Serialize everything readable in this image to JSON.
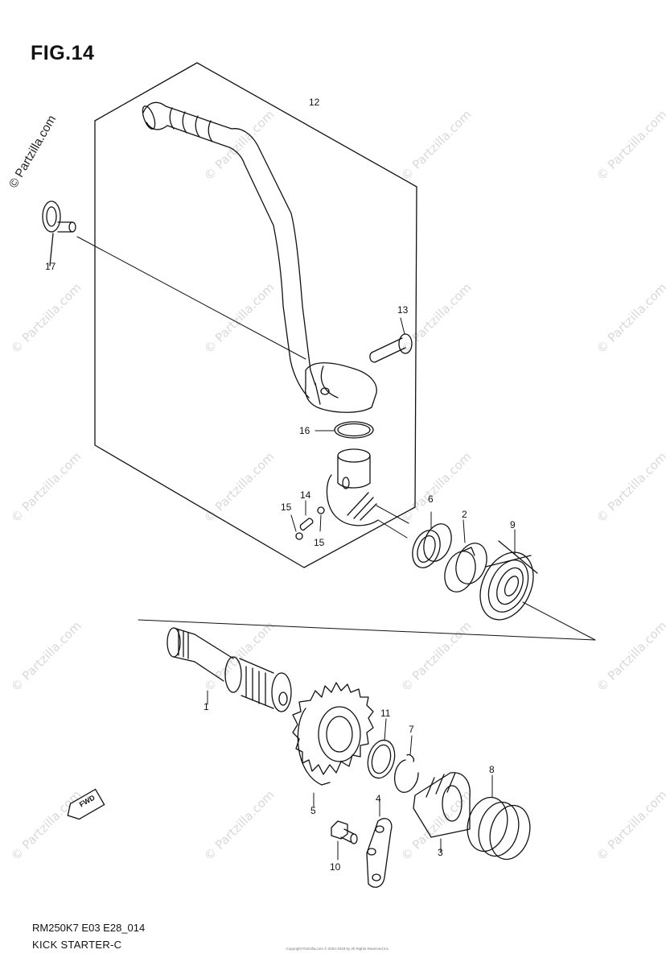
{
  "figure": {
    "title": "FIG.14"
  },
  "watermark": {
    "text": "© Partzilla.com"
  },
  "fwd_label": "FWD",
  "callouts": {
    "c12": "12",
    "c17": "17",
    "c13": "13",
    "c16": "16",
    "c14": "14",
    "c15a": "15",
    "c15b": "15",
    "c6": "6",
    "c2": "2",
    "c9": "9",
    "c1": "1",
    "c11": "11",
    "c7": "7",
    "c8": "8",
    "c5": "5",
    "c4": "4",
    "c3": "3",
    "c10": "10"
  },
  "footer": {
    "code": "RM250K7 E03 E28_014",
    "name": "KICK STARTER-C",
    "copyright": "Copyright Partzilla.com © 2004-2019 by All Rights Reserved Inc."
  }
}
